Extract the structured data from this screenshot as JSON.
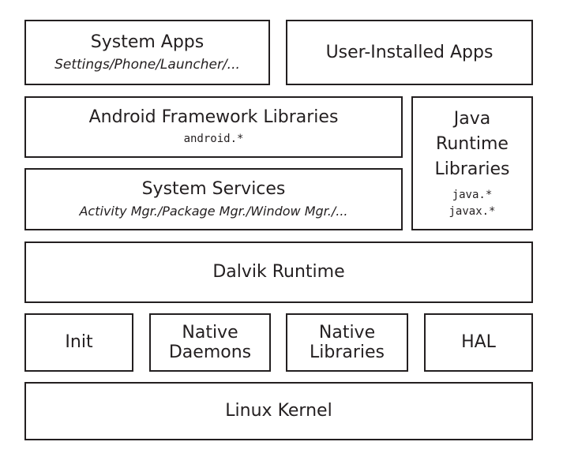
{
  "diagram": {
    "system_apps": {
      "title": "System Apps",
      "subtitle": "Settings/Phone/Launcher/..."
    },
    "user_apps": {
      "title": "User-Installed Apps"
    },
    "framework": {
      "title": "Android Framework Libraries",
      "package": "android.*"
    },
    "java_runtime": {
      "line1": "Java",
      "line2": "Runtime",
      "line3": "Libraries",
      "package1": "java.*",
      "package2": "javax.*"
    },
    "system_services": {
      "title": "System Services",
      "subtitle": "Activity Mgr./Package Mgr./Window Mgr./..."
    },
    "dalvik": {
      "title": "Dalvik Runtime"
    },
    "init": {
      "title": "Init"
    },
    "native_daemons": {
      "line1": "Native",
      "line2": "Daemons"
    },
    "native_libraries": {
      "line1": "Native",
      "line2": "Libraries"
    },
    "hal": {
      "title": "HAL"
    },
    "linux_kernel": {
      "title": "Linux Kernel"
    }
  }
}
